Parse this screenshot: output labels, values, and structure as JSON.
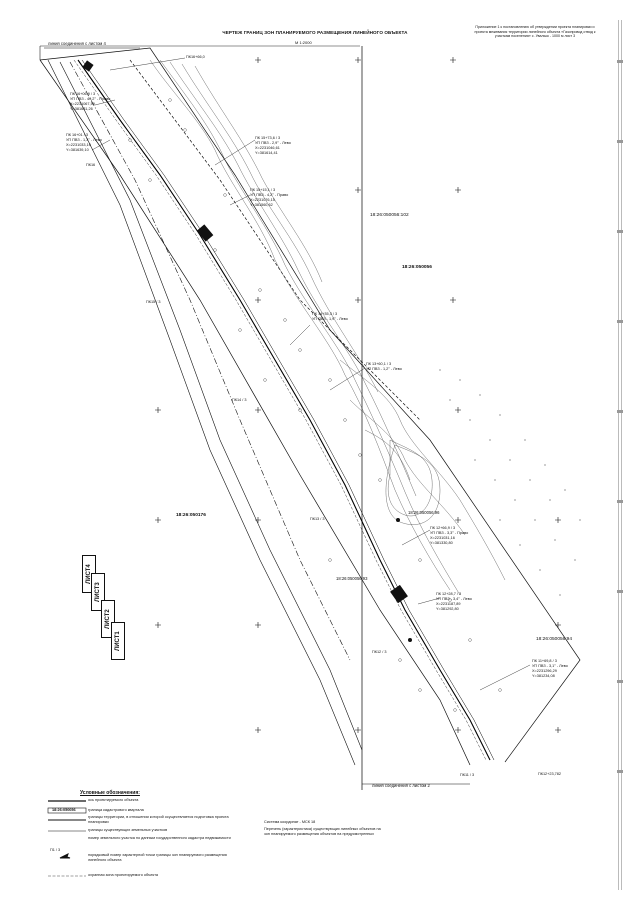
{
  "header": {
    "title": "ЧЕРТЕЖ ГРАНИЦ ЗОН ПЛАНИРУЕМОГО РАЗМЕЩЕНИЯ ЛИНЕЙНОГО ОБЪЕКТА",
    "scale": "М 1:2000",
    "annex": "Приложение 1 к постановлению об утверждении проекта планировки и проекта межевания территории линейного объекта «Газопровод отвод к участкам поселения» с. Увальск - 1000 м лист 3"
  },
  "connections": {
    "top": "линия соединения с листом 4",
    "bottom": "линия соединения с листом 2"
  },
  "pickets": [
    {
      "label": "ПК16+66,0",
      "lines": []
    },
    {
      "label": "ПК 16+06,9 / 3",
      "lines": [
        "УП ПВЗ - 40,2° - Право",
        "X=2231067,59",
        "Y=381681,26"
      ]
    },
    {
      "label": "ПК 16+01 / 3",
      "lines": [
        "УП ПВЗ - 1,3° - Лево",
        "X=2231033,10",
        "Y=381639,10"
      ]
    },
    {
      "label": "ПК16",
      "lines": []
    },
    {
      "label": "ПК 15+73,6 / 3",
      "lines": [
        "УП ПВЗ - 2,9° - Лево",
        "X=2231046,61",
        "Y=381614,41"
      ]
    },
    {
      "label": "ПК 15+15,1 / 3",
      "lines": [
        "УП ПВЗ - 4,2° - Право",
        "X=2231076,15",
        "Y=381560,62"
      ]
    },
    {
      "label": "ПК15 / 3",
      "lines": []
    },
    {
      "label": "ПК 14+35,3 / 3",
      "lines": [
        "УП ПВЗ - 1,9° - Лево"
      ]
    },
    {
      "label": "ПК 13+60,1 / 3",
      "lines": [
        "УП ПВЗ - 1,2° - Лево"
      ]
    },
    {
      "label": "ПК14 / 3",
      "lines": []
    },
    {
      "label": "ПК13 / 3",
      "lines": []
    },
    {
      "label": "ПК 12+66,9 / 3",
      "lines": [
        "УП ПВЗ - 3,3° - Право",
        "X=2231031,16",
        "Y=381330,80"
      ]
    },
    {
      "label": "ПК 12+28,7 / 3",
      "lines": [
        "УП ПВЗ - 3,4° - Лево",
        "X=2231187,89",
        "Y=381292,80"
      ]
    },
    {
      "label": "ПК12 / 3",
      "lines": []
    },
    {
      "label": "ПК 11+69,8 / 3",
      "lines": [
        "УП ПВЗ - 3,1° - Лево",
        "X=2231296,29",
        "Y=381234,08"
      ]
    },
    {
      "label": "ПК11 / 3",
      "lines": []
    },
    {
      "label": "ПК12+23,782",
      "lines": []
    }
  ],
  "cadastral": [
    "18:26:050056:102",
    "18:26:050056",
    "18:26:050176",
    "18:26:050056:94",
    "18:26:050056:96",
    "18:26:050056:93"
  ],
  "sheets": [
    "ЛИСТ4",
    "ЛИСТ3",
    "ЛИСТ2",
    "ЛИСТ1"
  ],
  "legend": {
    "title": "Условные обозначения:",
    "items": [
      "ось проектируемого объекта",
      "граница кадастрового квартала",
      "границы территории, в отношении которой осуществляется подготовка проекта планировки",
      "границы существующих земельных участков",
      "номер земельного участка по данным государственного кадастра недвижимости",
      "порядковый номер характерной точки границы зон планируемого размещения линейного объекта",
      "охранная зона проектируемого объекта"
    ],
    "sample_code": "18:26:050056",
    "point_code": "П1 / 3",
    "notes": [
      "Система координат - МСК 18",
      "Перечень (характеристика) существующих линейных объектов на зон планируемого размещения объектов на предусмотренных"
    ]
  }
}
